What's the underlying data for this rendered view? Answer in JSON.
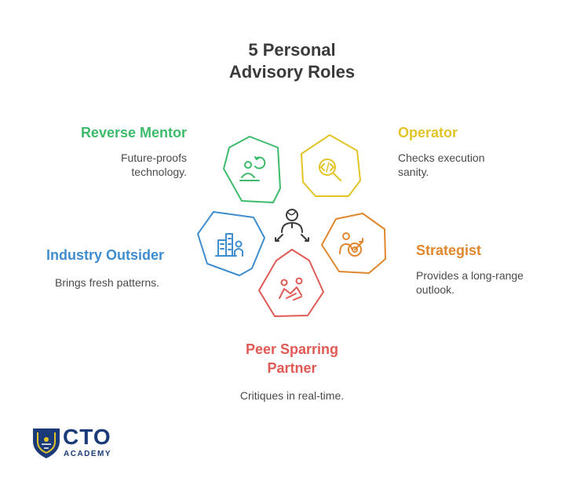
{
  "title": {
    "line1": "5 Personal",
    "line2": "Advisory Roles"
  },
  "colors": {
    "green": "#3dbb6b",
    "yellow": "#e2c428",
    "orange": "#e0872e",
    "red": "#e05a55",
    "blue": "#3f8dce",
    "text": "#4a4a4a",
    "navy": "#1b3a78"
  },
  "roles": [
    {
      "key": "reverse-mentor",
      "label": "Reverse Mentor",
      "desc_lines": [
        "Future-proofs",
        "technology."
      ],
      "color": "green",
      "icon": "people-refresh-icon"
    },
    {
      "key": "operator",
      "label": "Operator",
      "desc_lines": [
        "Checks execution",
        "sanity."
      ],
      "color": "yellow",
      "icon": "code-magnify-icon"
    },
    {
      "key": "strategist",
      "label": "Strategist",
      "desc_lines": [
        "Provides a long-range",
        "outlook."
      ],
      "color": "orange",
      "icon": "person-target-icon"
    },
    {
      "key": "peer-sparring-partner",
      "label_lines": [
        "Peer Sparring",
        "Partner"
      ],
      "desc_lines": [
        "Critiques in real-time."
      ],
      "color": "red",
      "icon": "sparring-icon"
    },
    {
      "key": "industry-outsider",
      "label": "Industry Outsider",
      "desc_lines": [
        "Brings fresh patterns."
      ],
      "color": "blue",
      "icon": "building-person-icon"
    }
  ],
  "center_icon": "person-network-icon",
  "logo": {
    "line1": "CTO",
    "line2": "ACADEMY"
  }
}
